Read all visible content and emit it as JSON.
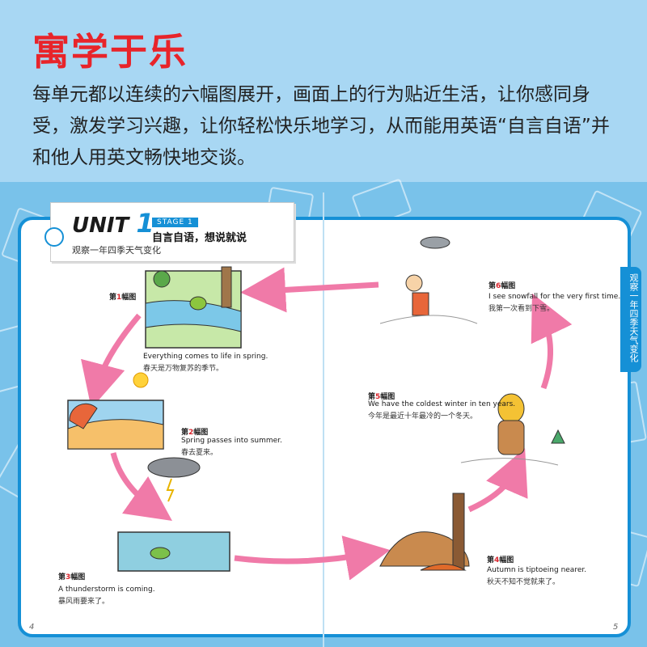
{
  "banner": {
    "title": "寓学于乐",
    "text": "每单元都以连续的六幅图展开，画面上的行为贴近生活，让你感同身受，激发学习兴趣，让你轻松快乐地学习，从而能用英语“自言自语”并和他人用英文畅快地交谈。"
  },
  "unit": {
    "word": "UNIT",
    "number": "1",
    "stage": "STAGE 1",
    "stage_title": "自言自语，想说就说",
    "subtitle": "观察一年四季天气变化"
  },
  "side_tab": "观察一年四季天气变化",
  "figures": [
    {
      "label_prefix": "第",
      "label_num": "1",
      "label_suffix": "幅图",
      "en": "Everything comes to life in spring.",
      "cn": "春天是万物复苏的季节。"
    },
    {
      "label_prefix": "第",
      "label_num": "2",
      "label_suffix": "幅图",
      "en": "Spring passes into summer.",
      "cn": "春去夏来。"
    },
    {
      "label_prefix": "第",
      "label_num": "3",
      "label_suffix": "幅图",
      "en": "A thunderstorm is coming.",
      "cn": "暴风雨要来了。"
    },
    {
      "label_prefix": "第",
      "label_num": "4",
      "label_suffix": "幅图",
      "en": "Autumn is tiptoeing nearer.",
      "cn": "秋天不知不觉就来了。"
    },
    {
      "label_prefix": "第",
      "label_num": "5",
      "label_suffix": "幅图",
      "en": "We have the coldest winter in ten years.",
      "cn": "今年是最近十年最冷的一个冬天。"
    },
    {
      "label_prefix": "第",
      "label_num": "6",
      "label_suffix": "幅图",
      "en": "I see snowfall for the very first time.",
      "cn": "我第一次看到下雪。"
    }
  ],
  "pages": {
    "left": "4",
    "right": "5"
  },
  "colors": {
    "accent": "#1590d6",
    "title_red": "#e8242a",
    "arrow_pink": "#f07aa8"
  }
}
